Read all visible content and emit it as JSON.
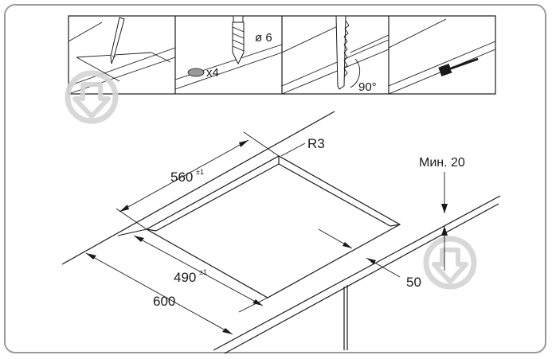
{
  "panels": {
    "panel2": {
      "label": "x4",
      "diameter_label": "ø 6"
    },
    "panel3": {
      "label": "90°"
    }
  },
  "dimensions": {
    "radius": "R3",
    "cut_width": "560",
    "cut_width_tolerance": "±1",
    "cut_depth": "490",
    "cut_depth_tolerance": "±1",
    "worktop_depth": "600",
    "edge_distance": "50",
    "min_wall": "Мин. 20"
  },
  "colors": {
    "line": "#1a1a1a",
    "frame": "#9a9a9a",
    "watermark": "#d4d4d4",
    "ellipse_fill": "#9a9a9a"
  }
}
